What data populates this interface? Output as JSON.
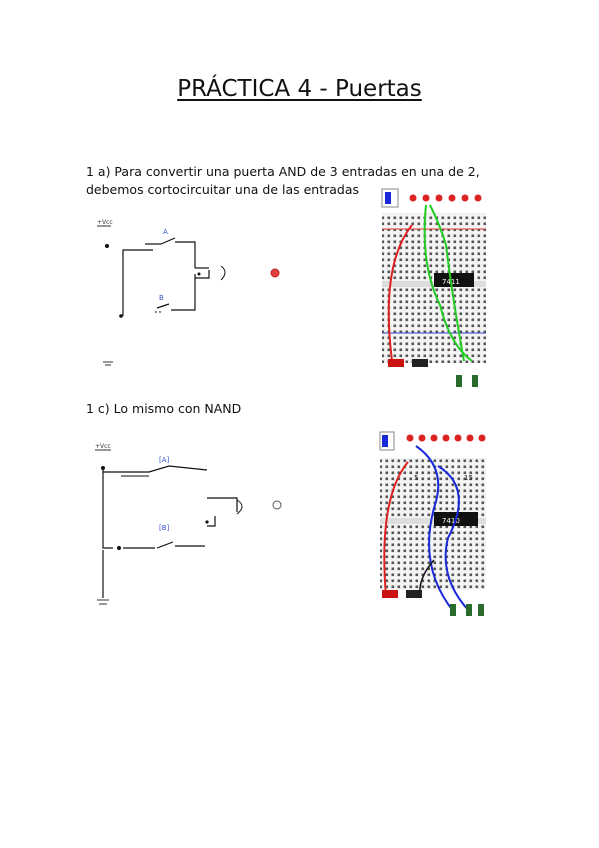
{
  "page": {
    "title": "PRÁCTICA 4 - Puertas"
  },
  "section_1a": {
    "line1": "1 a) Para convertir una puerta AND de 3 entradas en una de 2,",
    "line2": "debemos cortocircuitar una de las entradas",
    "schematic": {
      "vcc": "+Vcc",
      "switch_a": "A",
      "switch_b": "B"
    },
    "breadboard": {
      "chip": "7411"
    }
  },
  "section_1c": {
    "heading": "1 c) Lo mismo con NAND",
    "schematic": {
      "vcc": "+Vcc",
      "switch_a": "[A]",
      "switch_b": "[B]"
    },
    "breadboard": {
      "chip": "7410",
      "col_a": "5",
      "col_b": "15"
    }
  },
  "colors": {
    "wire_red": "#e02020",
    "wire_green": "#22cc22",
    "wire_blue": "#1a2ad8",
    "led_red": "#e04040",
    "chip": "#111111"
  }
}
